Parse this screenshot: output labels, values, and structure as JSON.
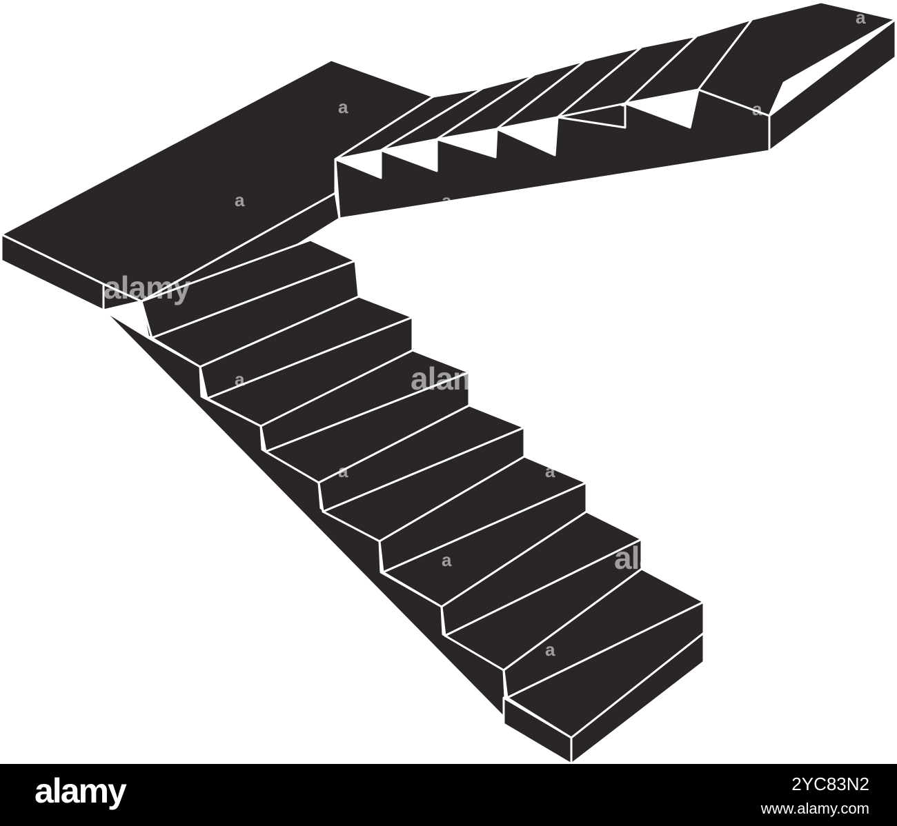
{
  "illustration": {
    "subject": "staircase-icon",
    "fill_color": "#2a2626",
    "edge_color": "#ffffff",
    "background_color": "#ffffff"
  },
  "watermark": {
    "word": "alamy",
    "fragment": "a"
  },
  "footer": {
    "logo": "alamy",
    "image_id": "2YC83N2",
    "url": "www.alamy.com",
    "background_color": "#000000"
  }
}
